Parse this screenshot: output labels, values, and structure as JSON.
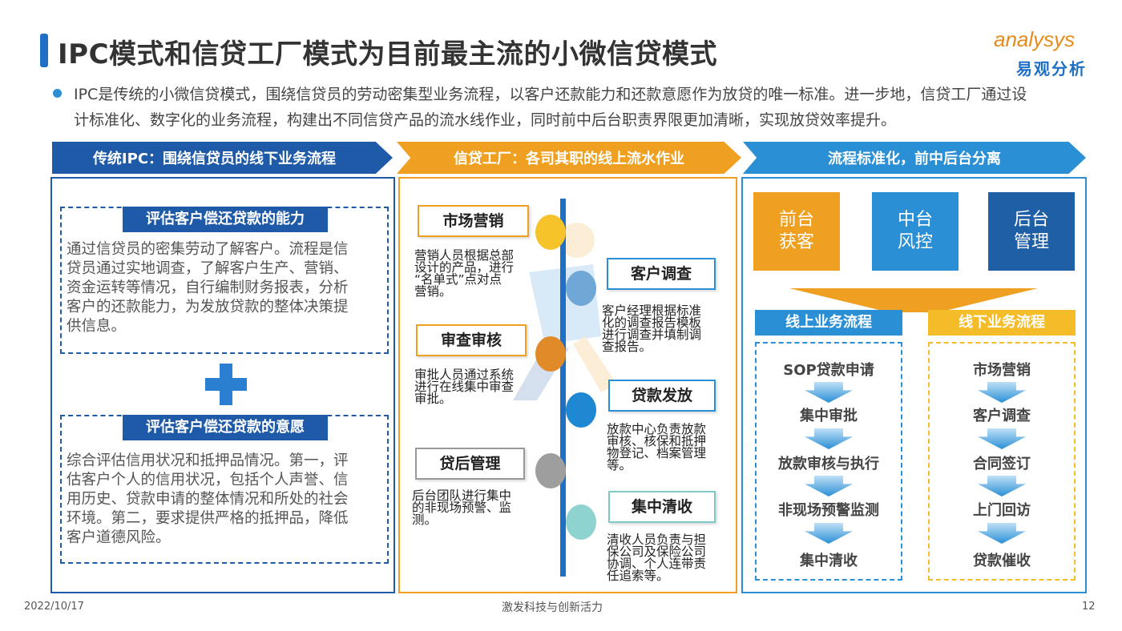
{
  "title": "IPC模式和信贷工厂模式为目前最主流的小微信贷模式",
  "logo": {
    "en": "analysys",
    "cn": "易观分析"
  },
  "intro_lines": [
    "IPC是传统的小微信贷模式，围绕信贷员的劳动密集型业务流程，以客户还款能力和还款意愿作为放贷的唯一标准。进一步地，信贷工厂通过设",
    "计标准化、数字化的业务流程，构建出不同信贷产品的流水线作业，同时前中后台职责界限更加清晰，实现放贷效率提升。"
  ],
  "sections": {
    "ipc": {
      "header": "传统IPC：围绕信贷员的线下业务流程",
      "box1": {
        "label": "评估客户偿还贷款的能力",
        "lines": [
          "通过信贷员的密集劳动了解客户。流程是信",
          "贷员通过实地调查，了解客户生产、营销、",
          "资金运转等情况，自行编制财务报表，分析",
          "客户的还款能力，为发放贷款的整体决策提",
          "供信息。"
        ]
      },
      "box2": {
        "label": "评估客户偿还贷款的意愿",
        "lines": [
          "综合评估信用状况和抵押品情况。第一，评",
          "估客户个人的信用状况，包括个人声誉、信",
          "用历史、贷款申请的整体情况和所处的社会",
          "环境。第二，要求提供严格的抵押品，降低",
          "客户道德风险。"
        ]
      }
    },
    "factory": {
      "header": "信贷工厂：各司其职的线上流水作业",
      "steps": [
        {
          "label": "市场营销",
          "lines": [
            "营销人员根据总部",
            "设计的产品，进行",
            "“名单式”点对点",
            "营销。"
          ]
        },
        {
          "label": "客户调查",
          "lines": [
            "客户经理根据标准",
            "化的调查报告模板",
            "进行调查并填制调",
            "查报告。"
          ]
        },
        {
          "label": "审查审核",
          "lines": [
            "审批人员通过系统",
            "进行在线集中审查",
            "审批。"
          ]
        },
        {
          "label": "贷款发放",
          "lines": [
            "放款中心负责放款",
            "审核、核保和抵押",
            "物登记、档案管理",
            "等。"
          ]
        },
        {
          "label": "贷后管理",
          "lines": [
            "后台团队进行集中",
            "的非现场预警、监",
            "测。"
          ]
        },
        {
          "label": "集中清收",
          "lines": [
            "清收人员负责与担",
            "保公司及保险公司",
            "协调、个人连带责",
            "任追索等。"
          ]
        }
      ]
    },
    "standard": {
      "header": "流程标准化，前中后台分离",
      "tiers": [
        {
          "line1": "前台",
          "line2": "获客"
        },
        {
          "line1": "中台",
          "line2": "风控"
        },
        {
          "line1": "后台",
          "line2": "管理"
        }
      ],
      "online": {
        "label": "线上业务流程",
        "items": [
          "SOP贷款申请",
          "集中审批",
          "放款审核与执行",
          "非现场预警监测",
          "集中清收"
        ]
      },
      "offline": {
        "label": "线下业务流程",
        "items": [
          "市场营销",
          "客户调查",
          "合同签订",
          "上门回访",
          "贷款催收"
        ]
      }
    }
  },
  "footer": {
    "date": "2022/10/17",
    "slogan": "激发科技与创新活力",
    "page": "12"
  },
  "colors": {
    "blue_dark": "#1f5aa8",
    "orange": "#f0a020",
    "blue_light": "#2b8fd6",
    "navy": "#1f5fa6"
  }
}
